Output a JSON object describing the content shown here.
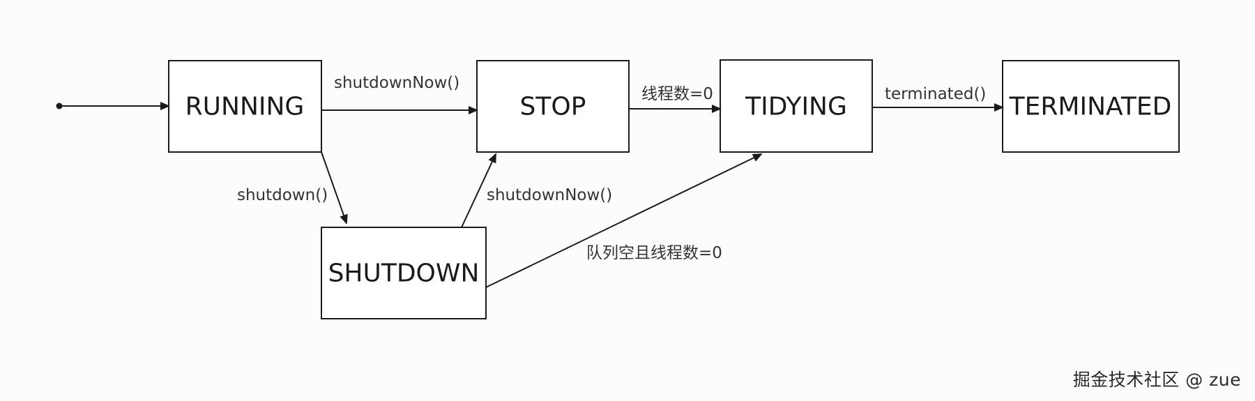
{
  "states": {
    "running": "RUNNING",
    "stop": "STOP",
    "tidying": "TIDYING",
    "terminated": "TERMINATED",
    "shutdown": "SHUTDOWN"
  },
  "transitions": {
    "running_to_stop": "shutdownNow()",
    "running_to_shutdown": "shutdown()",
    "shutdown_to_stop": "shutdownNow()",
    "stop_to_tidying": "线程数=0",
    "shutdown_to_tidying": "队列空且线程数=0",
    "tidying_to_terminated": "terminated()"
  },
  "watermark": "掘金技术社区 @ zue"
}
